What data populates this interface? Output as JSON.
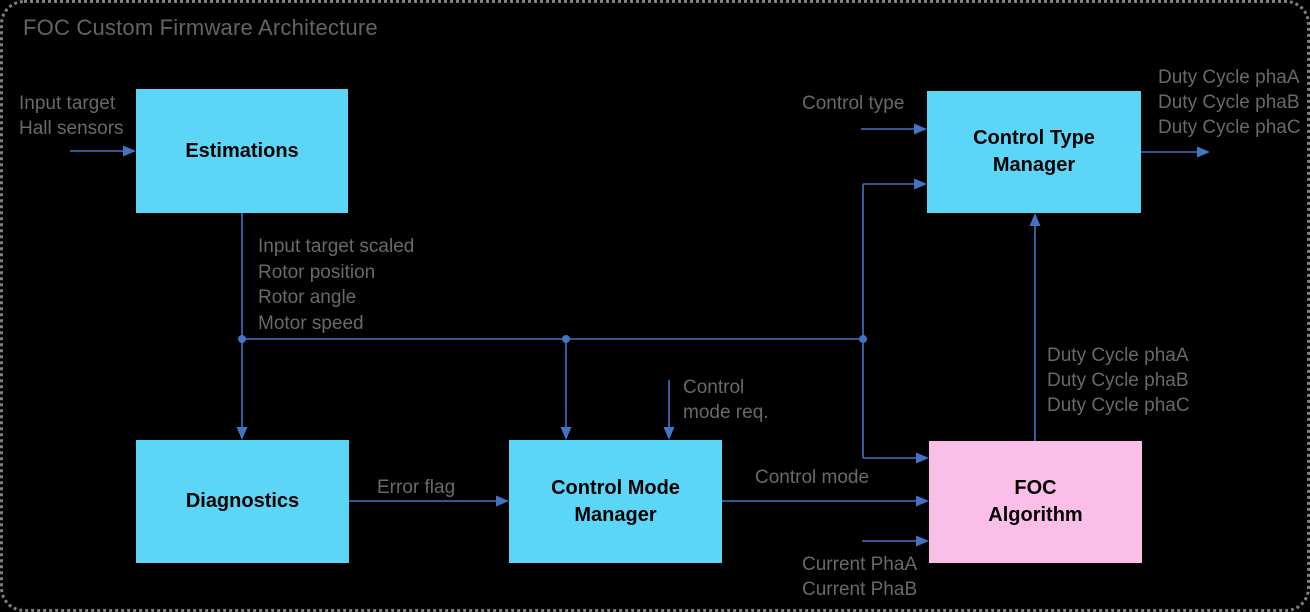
{
  "title": "FOC Custom Firmware Architecture",
  "colors": {
    "background": "#000000",
    "block_fill_cyan": "#5BD6F6",
    "block_fill_pink": "#FBBEE9",
    "connector_blue": "#4472C4",
    "label_gray": "#696969",
    "title_gray": "#646464",
    "border_gray": "#7F7F7F",
    "block_text": "#000000"
  },
  "blocks": {
    "estimations": {
      "label": "Estimations"
    },
    "diagnostics": {
      "label": "Diagnostics"
    },
    "control_mode_manager": {
      "line1": "Control Mode",
      "line2": "Manager"
    },
    "control_type_manager": {
      "line1": "Control Type",
      "line2": "Manager"
    },
    "foc_algorithm": {
      "line1": "FOC",
      "line2": "Algorithm"
    }
  },
  "labels": {
    "estimations_inputs": [
      "Input target",
      "Hall sensors"
    ],
    "estimations_outputs": [
      "Input target scaled",
      "Rotor position",
      "Rotor angle",
      "Motor speed"
    ],
    "control_type": "Control type",
    "duty_cycle_top": [
      "Duty Cycle phaA",
      "Duty Cycle phaB",
      "Duty Cycle phaC"
    ],
    "duty_cycle_mid": [
      "Duty Cycle phaA",
      "Duty Cycle phaB",
      "Duty Cycle phaC"
    ],
    "control_mode_req": [
      "Control",
      "mode req."
    ],
    "error_flag": "Error flag",
    "control_mode": "Control mode",
    "current_inputs": [
      "Current PhaA",
      "Current PhaB"
    ]
  }
}
